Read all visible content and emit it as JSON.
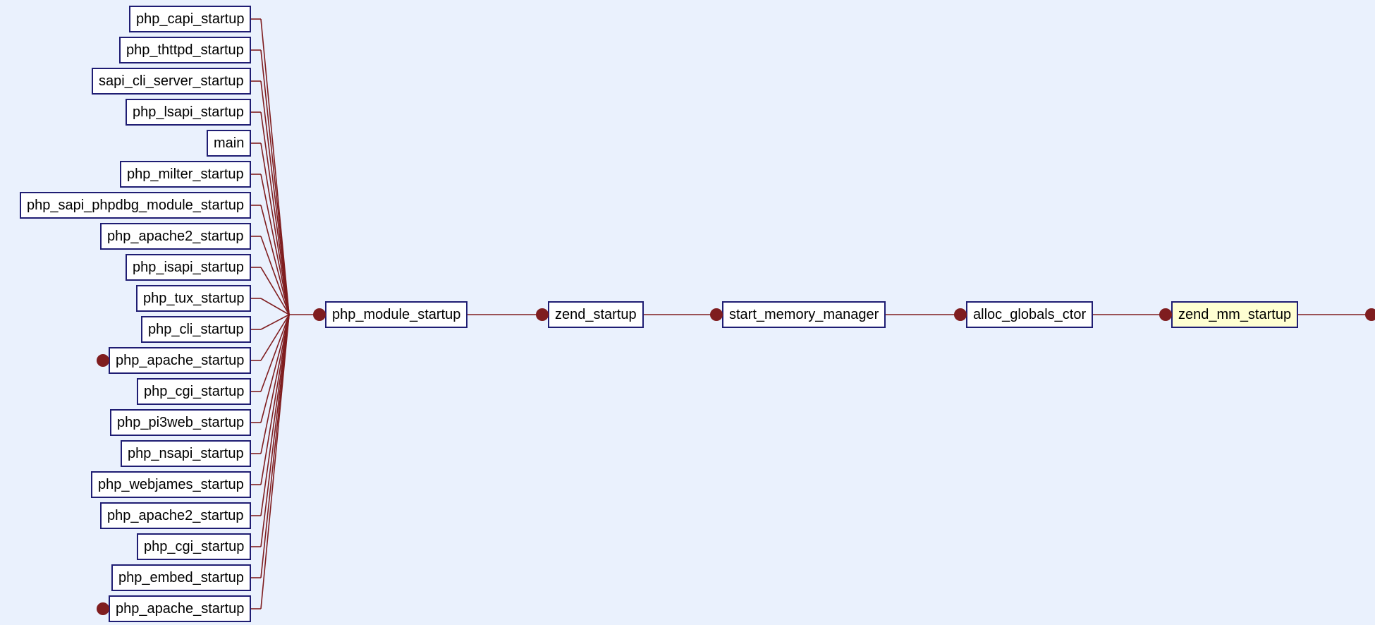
{
  "graph": {
    "colors": {
      "background": "#eaf1fd",
      "node_border": "#1f1d73",
      "node_fill": "#ffffff",
      "selected_fill": "#ffffd2",
      "edge": "#7f1d1f",
      "expand_dot": "#7f1d1f"
    },
    "callers": [
      {
        "label": "php_capi_startup",
        "expandable": false
      },
      {
        "label": "php_thttpd_startup",
        "expandable": false
      },
      {
        "label": "sapi_cli_server_startup",
        "expandable": false
      },
      {
        "label": "php_lsapi_startup",
        "expandable": false
      },
      {
        "label": "main",
        "expandable": false
      },
      {
        "label": "php_milter_startup",
        "expandable": false
      },
      {
        "label": "php_sapi_phpdbg_module_startup",
        "expandable": false
      },
      {
        "label": "php_apache2_startup",
        "expandable": false
      },
      {
        "label": "php_isapi_startup",
        "expandable": false
      },
      {
        "label": "php_tux_startup",
        "expandable": false
      },
      {
        "label": "php_cli_startup",
        "expandable": false
      },
      {
        "label": "php_apache_startup",
        "expandable": true
      },
      {
        "label": "php_cgi_startup",
        "expandable": false
      },
      {
        "label": "php_pi3web_startup",
        "expandable": false
      },
      {
        "label": "php_nsapi_startup",
        "expandable": false
      },
      {
        "label": "php_webjames_startup",
        "expandable": false
      },
      {
        "label": "php_apache2_startup",
        "expandable": false
      },
      {
        "label": "php_cgi_startup",
        "expandable": false
      },
      {
        "label": "php_embed_startup",
        "expandable": false
      },
      {
        "label": "php_apache_startup",
        "expandable": true
      }
    ],
    "chain": [
      {
        "label": "php_module_startup",
        "selected": false
      },
      {
        "label": "zend_startup",
        "selected": false
      },
      {
        "label": "start_memory_manager",
        "selected": false
      },
      {
        "label": "alloc_globals_ctor",
        "selected": false
      },
      {
        "label": "zend_mm_startup",
        "selected": true
      }
    ]
  }
}
